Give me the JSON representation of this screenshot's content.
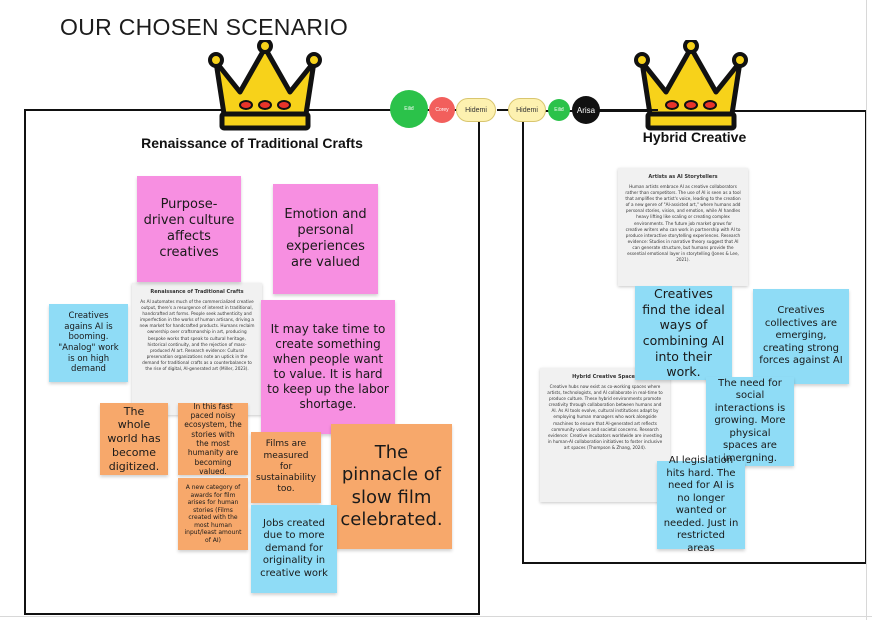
{
  "board": {
    "title": "OUR CHOSEN SCENARIO"
  },
  "left_frame": {
    "title": "Renaissance of Traditional Crafts",
    "doc": {
      "title": "Renaissance of Traditional Crafts",
      "body": "As AI automates much of the commercialized creative output, there's a resurgence of interest in traditional, handcrafted art forms. People seek authenticity and imperfection in the works of human artisans, driving a new market for handcrafted products. Humans reclaim ownership over craftsmanship in art, producing bespoke works that speak to cultural heritage, historical continuity, and the rejection of mass-produced AI art. Research evidence: Cultural preservation organizations note an uptick in the demand for traditional crafts as a counterbalance to the rise of digital, AI-generated art (Miller, 2023)."
    },
    "stickies": [
      {
        "text": "Purpose-driven culture affects creatives",
        "color": "pink"
      },
      {
        "text": "Emotion and personal experiences are valued",
        "color": "pink"
      },
      {
        "text": "Creatives agains AI is booming. \"Analog\" work is on high demand",
        "color": "blue"
      },
      {
        "text": "It may take time to create something when people want to value. It is hard to keep up the labor shortage.",
        "color": "pink"
      },
      {
        "text": "The whole world has become digitized.",
        "color": "orange"
      },
      {
        "text": "In this fast paced noisy ecosystem, the stories with the most humanity are becoming valued.",
        "color": "orange"
      },
      {
        "text": "Films are measured for sustainability too.",
        "color": "orange"
      },
      {
        "text": "The pinnacle of slow film celebrated.",
        "color": "orange"
      },
      {
        "text": "A new category of awards for film arises for human stories (Films created with the most human input/least amount of AI)",
        "color": "orange"
      },
      {
        "text": "Jobs created due to more demand for originality in creative work",
        "color": "blue"
      }
    ]
  },
  "right_frame": {
    "title": "Hybrid Creative",
    "doc_top": {
      "title": "Artists as AI Storytellers",
      "body": "Human artists embrace AI as creative collaborators rather than competitors. The use of AI is seen as a tool that amplifies the artist's voice, leading to the creation of a new genre of \"AI-assisted art,\" where humans add personal stories, vision, and emotion, while AI handles heavy lifting like scaling or creating complex environments. The future job market grows for creative writers who can work in partnership with AI to produce interactive storytelling experiences. Research evidence: Studies in narrative theory suggest that AI can generate structure, but humans provide the essential emotional layer in storytelling (Jones & Lee, 2021)."
    },
    "doc_bottom": {
      "title": "Hybrid Creative Spaces",
      "body": "Creative hubs now exist as co-working spaces where artists, technologists, and AI collaborate in real-time to produce culture. These hybrid environments promote creativity through collaboration between humans and AI. As AI tools evolve, cultural institutions adapt by employing human managers who work alongside machines to ensure that AI-generated art reflects community values and societal concerns. Research evidence: Creative incubators worldwide are investing in human-AI collaboration initiatives to foster inclusive art spaces (Thompson & Zhang, 2024)."
    },
    "stickies": [
      {
        "text": "Creatives find the ideal ways of combining AI into their work.",
        "color": "blue"
      },
      {
        "text": "Creatives collectives are emerging, creating strong forces against AI",
        "color": "blue"
      },
      {
        "text": "The need for social interactions is growing. More physical spaces are imergning.",
        "color": "blue"
      },
      {
        "text": "AI legislation hits hard. The need for AI is no longer wanted or needed. Just in restricted areas",
        "color": "blue"
      }
    ]
  },
  "votes": {
    "left": [
      {
        "label": "Eiliđ",
        "color": "#2bc24a"
      },
      {
        "label": "Corey",
        "color": "#f25f5c"
      },
      {
        "label": "Hidemi",
        "color": "#fdf1b0"
      }
    ],
    "right": [
      {
        "label": "Hidemi",
        "color": "#fdf1b0"
      },
      {
        "label": "Eiliđ",
        "color": "#2bc24a"
      },
      {
        "label": "Arisa",
        "color": "#111111"
      }
    ]
  },
  "colors": {
    "pink": "#f78fe1",
    "orange": "#f7a86b",
    "blue": "#8fdcf6",
    "crown_gold": "#f7d21a",
    "crown_gem": "#e8342a"
  },
  "icons": [
    "crown-icon"
  ]
}
